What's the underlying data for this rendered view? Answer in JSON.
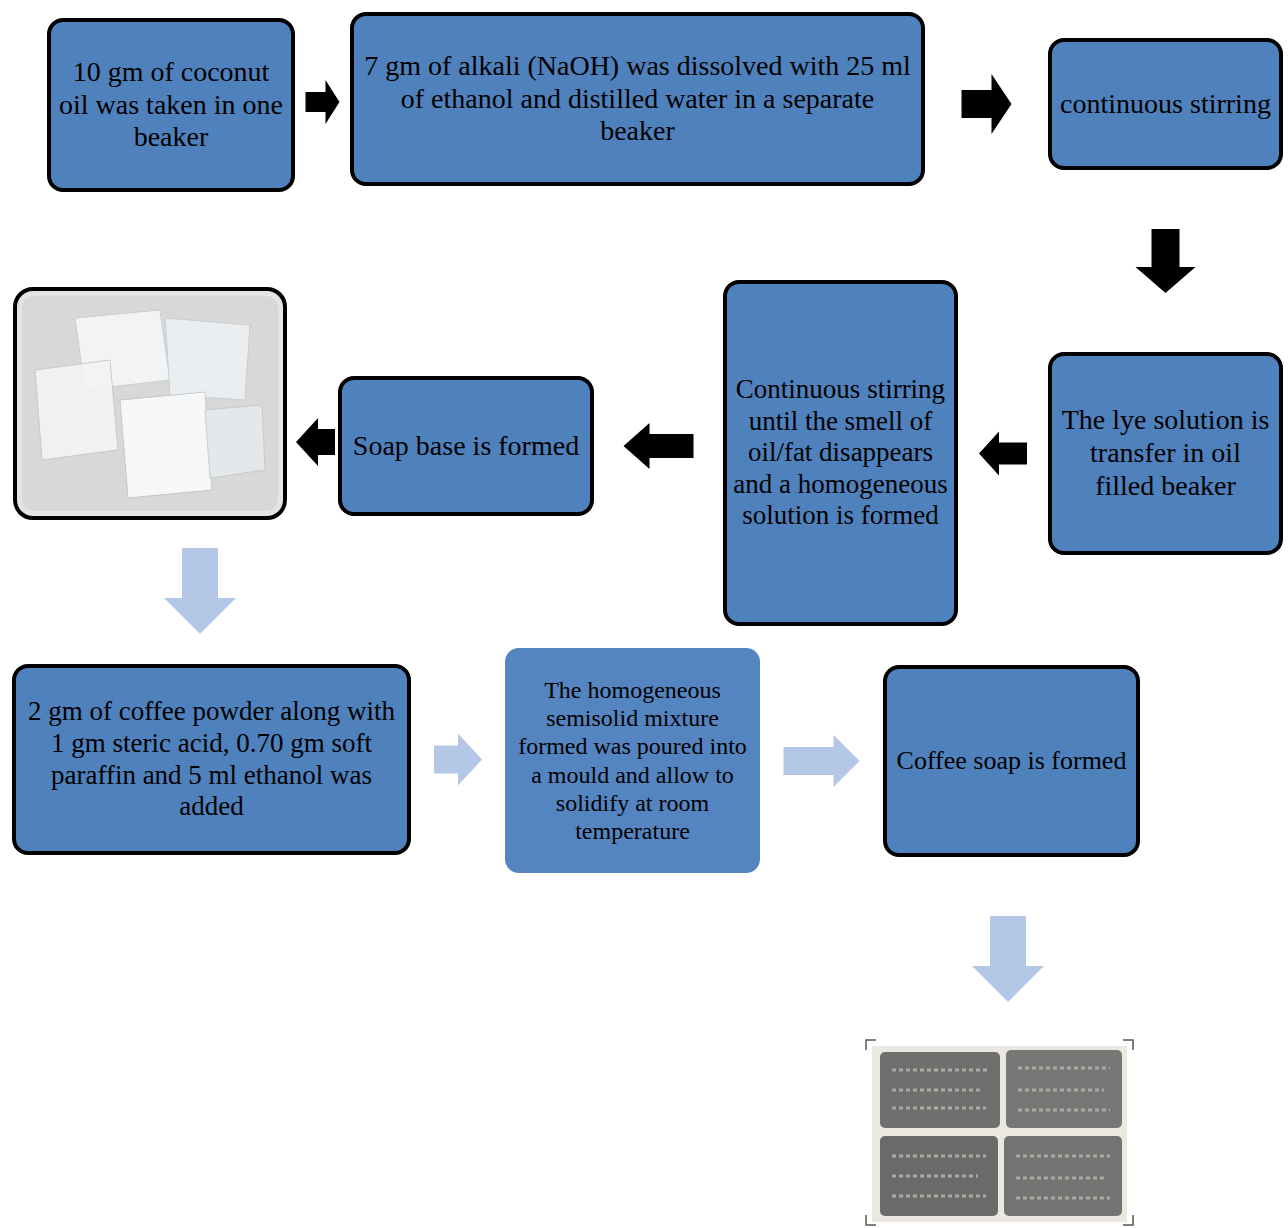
{
  "diagram": {
    "nodes": [
      {
        "text": [
          "10 gm of coconut oil was taken in one beaker"
        ]
      },
      {
        "text": [
          "7 gm of alkali (NaOH) was dissolved with 25 ml of ethanol and distilled water in a separate beaker"
        ]
      },
      {
        "text": [
          "continuous stirring"
        ]
      },
      {
        "text": [
          "The lye solution is transfer in oil filled beaker"
        ]
      },
      {
        "text": [
          "Continuous stirring until the smell of oil/fat disappears and a homogeneous solution is formed"
        ]
      },
      {
        "text": [
          "Soap base is formed"
        ]
      },
      {
        "text": [
          "2 gm of coffee powder along with 1 gm steric acid, 0.70 gm soft paraffin and 5 ml ethanol was added"
        ]
      },
      {
        "text": [
          "The homogeneous semisolid mixture formed was poured into a mould and allow to solidify at room temperature"
        ]
      },
      {
        "text": [
          "Coffee soap is formed"
        ]
      }
    ],
    "edges": [
      {
        "from": 0,
        "to": 1,
        "arrow": "to"
      },
      {
        "from": 1,
        "to": 2,
        "arrow": "to"
      },
      {
        "from": 2,
        "to": 3,
        "arrow": "to"
      },
      {
        "from": 3,
        "to": 4,
        "arrow": "to"
      },
      {
        "from": 4,
        "to": 5,
        "arrow": "to"
      },
      {
        "from": 6,
        "to": 7,
        "arrow": "to"
      },
      {
        "from": 7,
        "to": 8,
        "arrow": "to"
      }
    ]
  }
}
